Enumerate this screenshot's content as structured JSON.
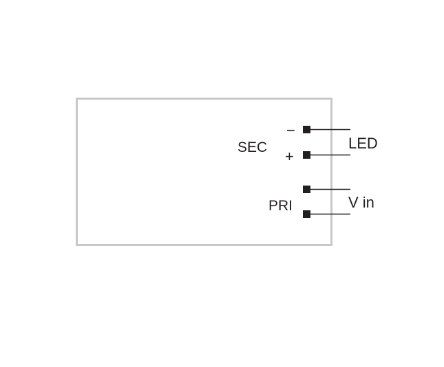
{
  "diagram": {
    "labels": {
      "sec": "SEC",
      "pri": "PRI",
      "minus": "−",
      "plus": "+",
      "led": "LED",
      "vin": "V in"
    },
    "colors": {
      "box_border": "#c8c8c8",
      "terminal": "#231f20",
      "line": "#231f20",
      "text": "#231f20",
      "background": "#ffffff"
    }
  }
}
